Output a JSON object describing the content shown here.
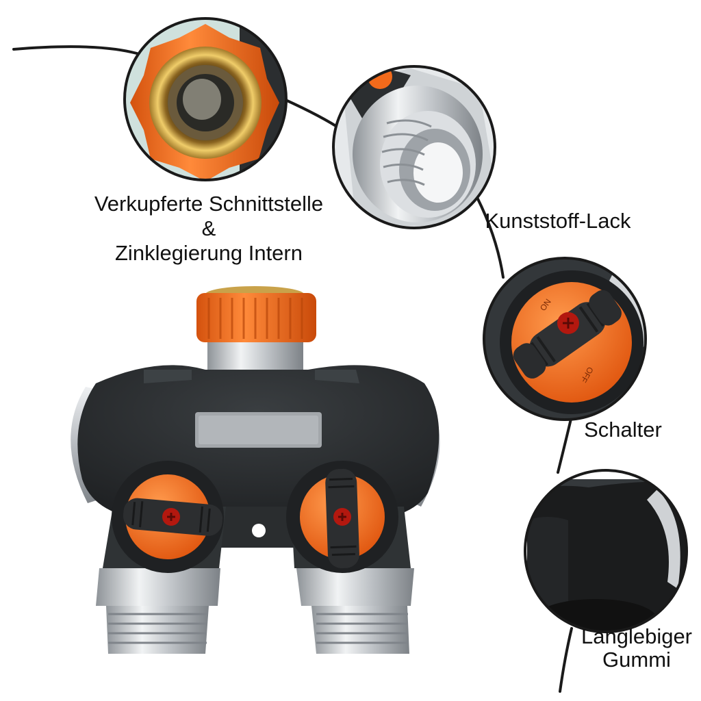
{
  "captions": {
    "copper_interface": {
      "line1": "Verkupferte Schnittstelle",
      "line2": "&",
      "line3": "Zinklegierung Intern"
    },
    "plastic_paint": "Kunststoff-Lack",
    "switch": "Schalter",
    "rubber": {
      "line1": "Langlebiger",
      "line2": "Gummi"
    }
  },
  "valve_labels": {
    "on": "ON",
    "off": "OFF"
  },
  "colors": {
    "orange": "#f26a1b",
    "dark_body": "#2b2e30",
    "black_rubber": "#1c1c1c",
    "silver": "#c9cdd1",
    "brass": "#c9a24a",
    "connector_line": "#1a1a1a"
  }
}
